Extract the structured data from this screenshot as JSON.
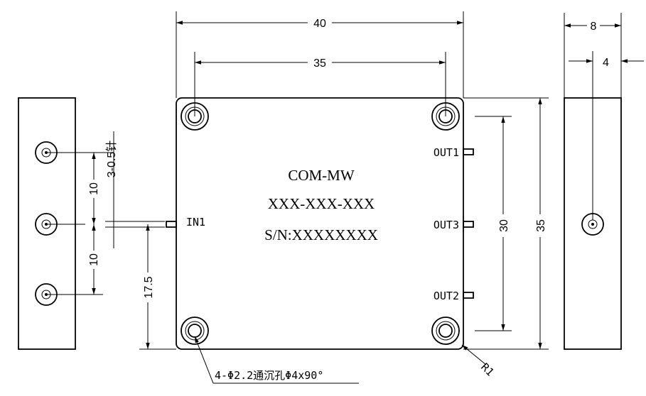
{
  "body_marking": {
    "brand": "COM-MW",
    "model": "XXX-XXX-XXX",
    "serial": "S/N:XXXXXXXX"
  },
  "ports": {
    "in1": "IN1",
    "out1": "OUT1",
    "out3": "OUT3",
    "out2": "OUT2"
  },
  "dimensions": {
    "width_total": "40",
    "hole_pitch_x": "35",
    "side_width": "8",
    "side_offset": "4",
    "port_pitch_y": "30",
    "height_total": "35",
    "in_offset": "17.5",
    "pin_pitch_upper": "10",
    "pin_pitch_lower": "10",
    "pin_spec": "3-0.5针",
    "corner_radius": "R1"
  },
  "hole_note": "4-Φ2.2通沉孔Φ4x90°"
}
